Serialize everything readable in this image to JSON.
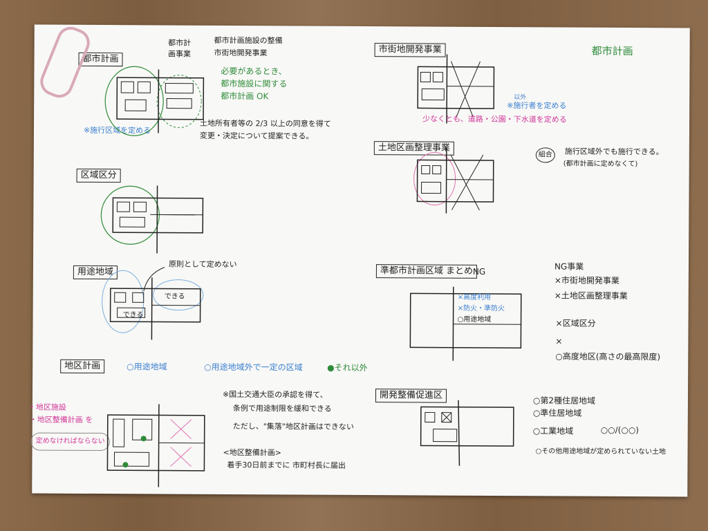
{
  "left": {
    "toshi_keikaku": {
      "title": "都市計画",
      "jigyo_label": "都市計画事業",
      "jigyo_items": [
        "都市計画施設の整備",
        "市街地開発事業"
      ],
      "green_note": [
        "必要があるとき、",
        "都市施設に関する",
        "都市計画 OK"
      ],
      "blue_note": "※施行区域を定める",
      "proposal": [
        "土地所有者等の 2/3 以上の同意を得て",
        "変更・決定について提案できる。"
      ]
    },
    "kuiki_kubun": {
      "title": "区域区分"
    },
    "yoto_chiiki": {
      "title": "用途地域",
      "arrow_note": "原則として定めない",
      "dekiru1": "できる",
      "dekiru2": "できる"
    },
    "chiku_keikaku": {
      "title": "地区計画",
      "legend": [
        "○用途地域",
        "○用途地域外で一定の区域",
        "●それ以外"
      ],
      "pink_note": [
        "・地区施設",
        "・地区整備計画 を",
        "定めなければならない"
      ],
      "note1": [
        "※国土交通大臣の承認を得て、",
        "条例で用途制限を緩和できる"
      ],
      "note2": "ただし、\"集落\"地区計画はできない",
      "note3_title": "<地区整備計画>",
      "note3": "着手30日前までに 市町村長に届出"
    }
  },
  "right": {
    "corner_title": "都市計画",
    "shigaichi": {
      "title": "市街地開発事業",
      "blue_small": "以外",
      "blue_note": "※施行者を定める",
      "pink_note": "少なくとも、道路・公園・下水道を定める"
    },
    "kukaku": {
      "title": "土地区画整理事業",
      "circle_label": "組合",
      "note": [
        "施行区域外でも施行できる。",
        "(都市計画に定めなくて)"
      ]
    },
    "jun_toshi": {
      "title": "準都市計画区域 まとめ",
      "ng": "NG",
      "in_box": [
        "×高度利用",
        "×防火・準防火",
        "○用途地域"
      ],
      "ng_title": "NG事業",
      "ng_items": [
        "×市街地開発事業",
        "×土地区画整理事業",
        "×区域区分",
        "×",
        "○高度地区(高さの最高限度)"
      ]
    },
    "kaihatsu": {
      "title": "開発整備促進区",
      "items": [
        "○第2種住居地域",
        "○準住居地域",
        "○工業地域",
        "○その他用途地域が定められていない土地"
      ],
      "side": "○○/(○○)"
    }
  }
}
